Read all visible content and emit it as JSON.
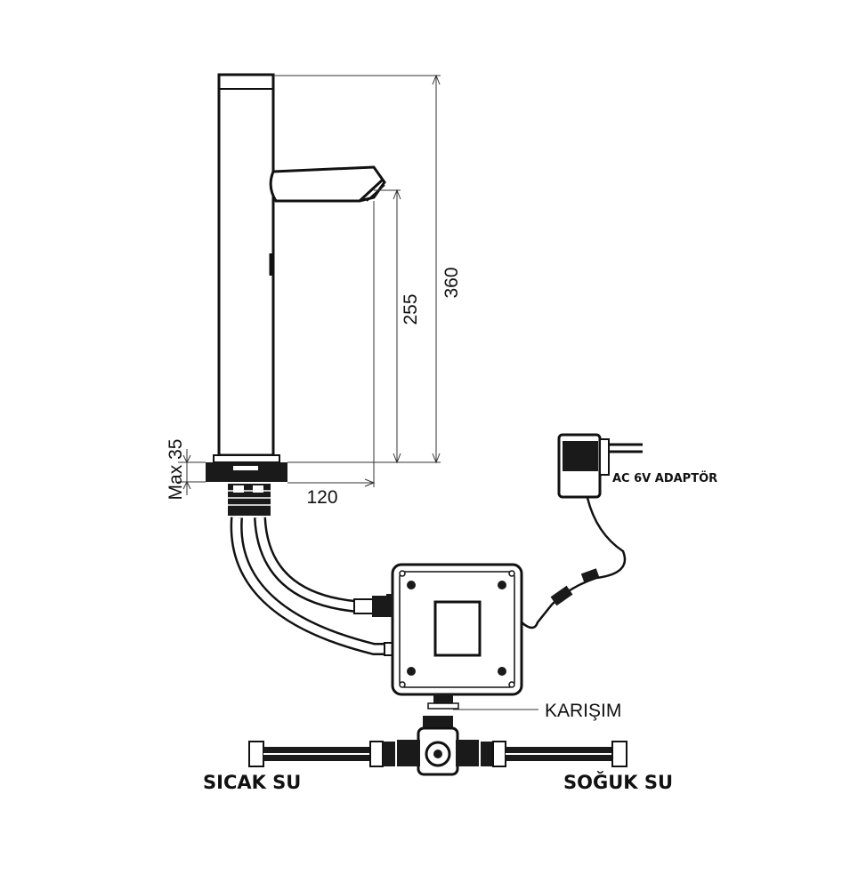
{
  "dimensions": {
    "height_total": "360",
    "spout_height": "255",
    "deck_thickness": "Max 35",
    "spout_reach": "120"
  },
  "labels": {
    "adapter": "AC 6V ADAPTÖR",
    "mixing": "KARIŞIM",
    "hot_water": "SICAK SU",
    "cold_water": "SOĞUK SU"
  },
  "colors": {
    "line": "#111111",
    "fill_dark": "#1a1a1a",
    "background": "#ffffff"
  }
}
